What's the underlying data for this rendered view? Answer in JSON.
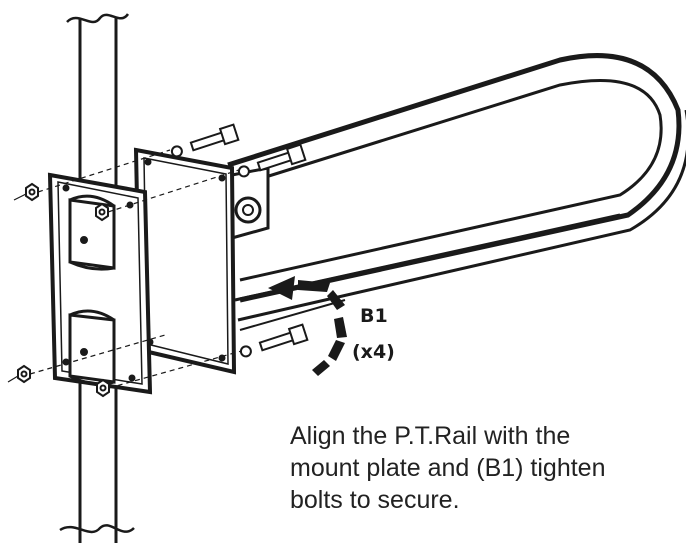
{
  "part": {
    "id": "B1",
    "quantity": "(x4)"
  },
  "instruction": {
    "lines": [
      "Align the P.T.Rail with the",
      "mount plate and (B1) tighten",
      "bolts to secure."
    ]
  },
  "colors": {
    "ink": "#1a1a1a",
    "paper": "#ffffff"
  }
}
